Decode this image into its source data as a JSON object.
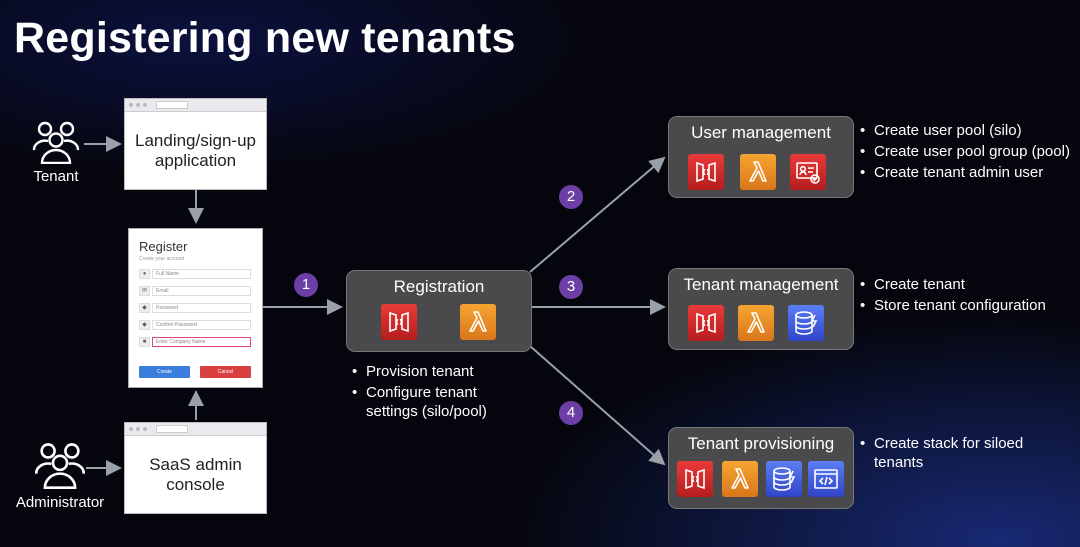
{
  "title": "Registering new tenants",
  "actors": {
    "tenant": "Tenant",
    "administrator": "Administrator"
  },
  "landing": "Landing/sign-up application",
  "admin_console": "SaaS admin console",
  "register_form": {
    "title": "Register",
    "subtitle": "Create your account",
    "fields": [
      "Full Name",
      "Email",
      "Password",
      "Confirm Password",
      "Enter Company Name"
    ],
    "create_label": "Create",
    "cancel_label": "Cancel"
  },
  "steps": [
    "1",
    "2",
    "3",
    "4"
  ],
  "registration": {
    "label": "Registration",
    "bullets": [
      "Provision tenant",
      "Configure tenant settings (silo/pool)"
    ],
    "icons": [
      "api-gateway-icon",
      "lambda-icon"
    ]
  },
  "user_management": {
    "label": "User management",
    "bullets": [
      "Create user pool (silo)",
      "Create user pool group (pool)",
      "Create tenant admin user"
    ],
    "icons": [
      "api-gateway-icon",
      "lambda-icon",
      "cognito-icon"
    ]
  },
  "tenant_management": {
    "label": "Tenant management",
    "bullets": [
      "Create tenant",
      "Store tenant configuration"
    ],
    "icons": [
      "api-gateway-icon",
      "lambda-icon",
      "dynamodb-icon"
    ]
  },
  "tenant_provisioning": {
    "label": "Tenant provisioning",
    "bullets": [
      "Create stack for siloed tenants"
    ],
    "icons": [
      "api-gateway-icon",
      "lambda-icon",
      "dynamodb-icon",
      "cloudformation-icon"
    ]
  },
  "colors": {
    "service_box": "#4a4a4d",
    "step_badge": "#6b3fa6",
    "connector": "#9aa0a8",
    "create_button": "#3b7ddd",
    "cancel_button": "#d94040"
  }
}
